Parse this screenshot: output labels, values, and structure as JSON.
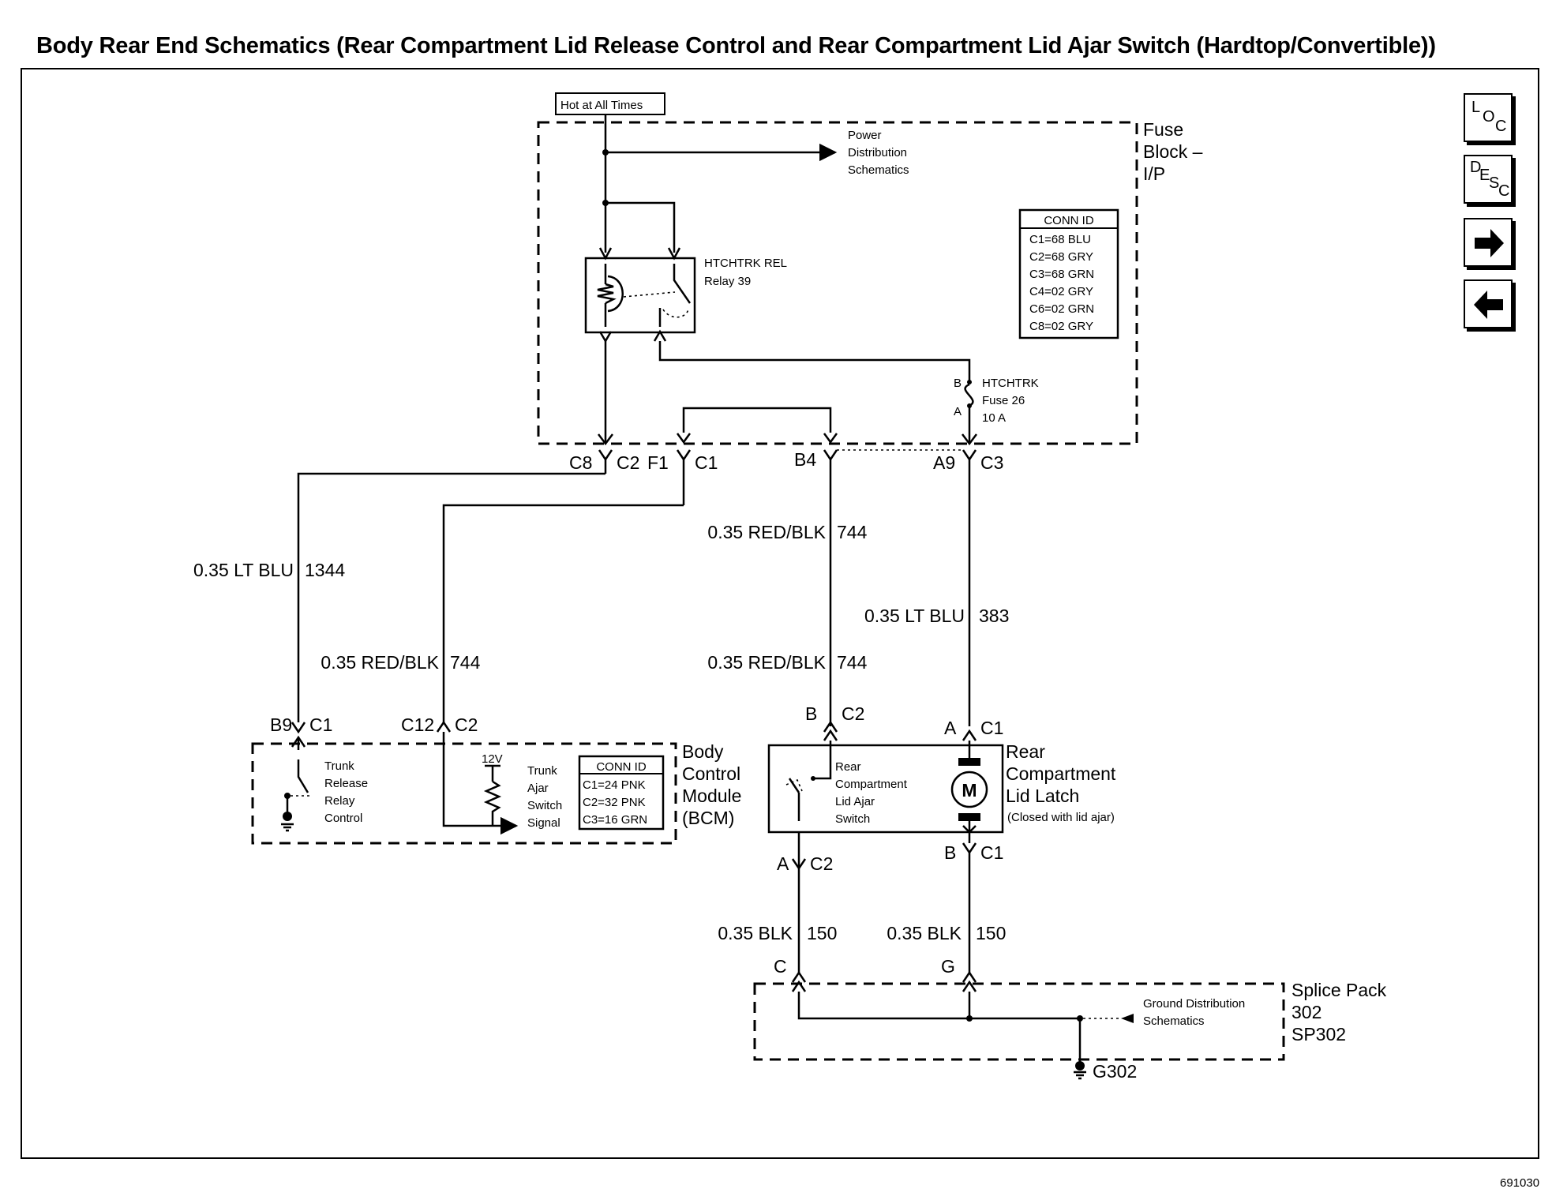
{
  "title": "Body Rear End Schematics (Rear Compartment Lid Release Control and Rear Compartment Lid Ajar Switch (Hardtop/Convertible))",
  "figure_number": "691030",
  "nav": {
    "loc": {
      "l": "L",
      "o": "O",
      "c": "C",
      "icon": "location-button"
    },
    "desc": {
      "d": "D",
      "e": "E",
      "s": "S",
      "c": "C",
      "icon": "description-button"
    },
    "next_icon": "arrow-right-icon",
    "prev_icon": "arrow-left-icon"
  },
  "power_label": "Hot at All Times",
  "power_distribution": [
    "Power",
    "Distribution",
    "Schematics"
  ],
  "fuse_block": [
    "Fuse",
    "Block –",
    "I/P"
  ],
  "relay": [
    "HTCHTRK REL",
    "Relay 39"
  ],
  "fuse": {
    "name": "HTCHTRK",
    "number": "Fuse 26",
    "rating": "10 A",
    "pin_b": "B",
    "pin_a": "A"
  },
  "conn_id_fuse_block": {
    "header": "CONN ID",
    "rows": [
      "C1=68 BLU",
      "C2=68 GRY",
      "C3=68 GRN",
      "C4=02 GRY",
      "C6=02 GRN",
      "C8=02 GRY"
    ]
  },
  "fuse_block_connectors": {
    "c8": "C8",
    "c2": "C2",
    "f1": "F1",
    "c1": "C1",
    "b4": "B4",
    "a9": "A9",
    "c3": "C3"
  },
  "wires": {
    "w1344": {
      "gauge_color": "0.35 LT BLU",
      "circuit": "1344"
    },
    "w744_left": {
      "gauge_color": "0.35 RED/BLK",
      "circuit": "744"
    },
    "w744_top": {
      "gauge_color": "0.35 RED/BLK",
      "circuit": "744"
    },
    "w744_mid": {
      "gauge_color": "0.35 RED/BLK",
      "circuit": "744"
    },
    "w383": {
      "gauge_color": "0.35 LT BLU",
      "circuit": "383"
    },
    "w150_a": {
      "gauge_color": "0.35 BLK",
      "circuit": "150"
    },
    "w150_b": {
      "gauge_color": "0.35 BLK",
      "circuit": "150"
    }
  },
  "bcm_connectors": {
    "b9": "B9",
    "c1": "C1",
    "c12": "C12",
    "c2": "C2"
  },
  "bcm": {
    "name": [
      "Body",
      "Control",
      "Module",
      "(BCM)"
    ],
    "trunk_release": [
      "Trunk",
      "Release",
      "Relay",
      "Control"
    ],
    "trunk_ajar": [
      "Trunk",
      "Ajar",
      "Switch",
      "Signal"
    ],
    "voltage": "12V",
    "conn_id": {
      "header": "CONN ID",
      "rows": [
        "C1=24 PNK",
        "C2=32 PNK",
        "C3=16 GRN"
      ]
    }
  },
  "latch_connectors": {
    "b": "B",
    "c2_top": "C2",
    "a": "A",
    "c1_top": "C1",
    "a_bottom": "A",
    "c2_bottom": "C2",
    "b_bottom": "B",
    "c1_bottom": "C1"
  },
  "latch": {
    "name": [
      "Rear",
      "Compartment",
      "Lid Latch"
    ],
    "note": "(Closed with lid ajar)",
    "switch": [
      "Rear",
      "Compartment",
      "Lid Ajar",
      "Switch"
    ],
    "motor": "M"
  },
  "splice_pins": {
    "c": "C",
    "g": "G"
  },
  "splice_pack": [
    "Splice Pack",
    "302",
    "SP302"
  ],
  "ground_distribution": [
    "Ground Distribution",
    "Schematics"
  ],
  "ground": "G302"
}
